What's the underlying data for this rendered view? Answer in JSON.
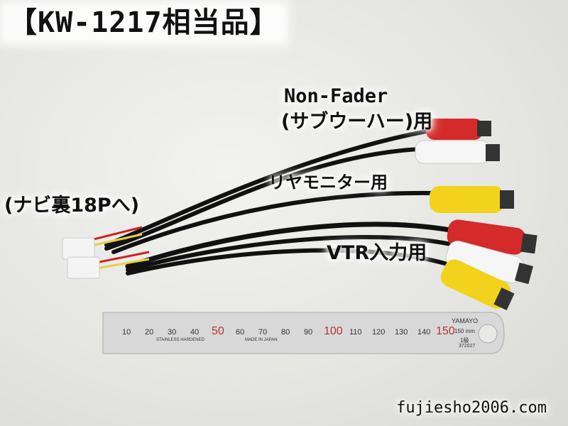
{
  "title": "【KW-1217相当品】",
  "labels": {
    "non_fader_line1": "Non-Fader",
    "non_fader_line2": "(サブウーハー)用",
    "navi_back": "(ナビ裏18Pへ)",
    "rear_monitor": "リヤモニター用",
    "vtr_input": "VTR入力用"
  },
  "watermark": "fujiesho2006.com",
  "ruler": {
    "brand": "YAMAYO",
    "length": "150 mm",
    "grade": "1級",
    "model": "372027",
    "engraving_1": "STAINLESS HARDENED",
    "engraving_2": "MADE IN JAPAN",
    "ticks": [
      "10",
      "20",
      "30",
      "40",
      "50",
      "60",
      "70",
      "80",
      "90",
      "100",
      "110",
      "120",
      "130",
      "140",
      "150"
    ]
  },
  "connectors": [
    {
      "group": "non_fader",
      "color": "red",
      "hex": "#d42a2a"
    },
    {
      "group": "non_fader",
      "color": "white",
      "hex": "#f2f2f2"
    },
    {
      "group": "rear_monitor",
      "color": "yellow",
      "hex": "#f2d21a"
    },
    {
      "group": "vtr",
      "color": "red",
      "hex": "#d42a2a"
    },
    {
      "group": "vtr",
      "color": "white",
      "hex": "#f2f2f2"
    },
    {
      "group": "vtr",
      "color": "yellow",
      "hex": "#f2d21a"
    }
  ]
}
